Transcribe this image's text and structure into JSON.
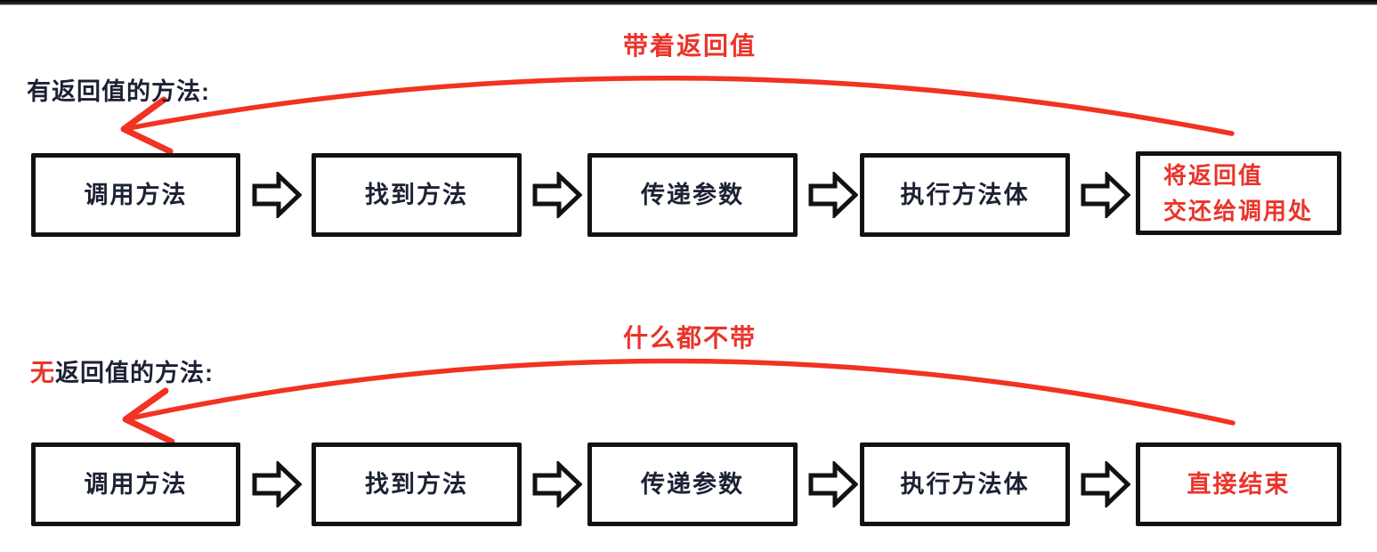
{
  "colors": {
    "red_text": "#e9342a",
    "red_line": "#f23222",
    "ink": "#1c2133",
    "box_border": "#121212",
    "background": "#ffffff",
    "top_bar": "#1b1b1b"
  },
  "flows": [
    {
      "section_label_red": "",
      "section_label": "有返回值的方法:",
      "curve_label": "带着返回值",
      "boxes": [
        "调用方法",
        "找到方法",
        "传递参数",
        "执行方法体"
      ],
      "end_box_lines": [
        "将返回值",
        "交还给调用处"
      ]
    },
    {
      "section_label_red": "无",
      "section_label": "返回值的方法:",
      "curve_label": "什么都不带",
      "boxes": [
        "调用方法",
        "找到方法",
        "传递参数",
        "执行方法体"
      ],
      "end_box_lines": [
        "直接结束"
      ]
    }
  ]
}
